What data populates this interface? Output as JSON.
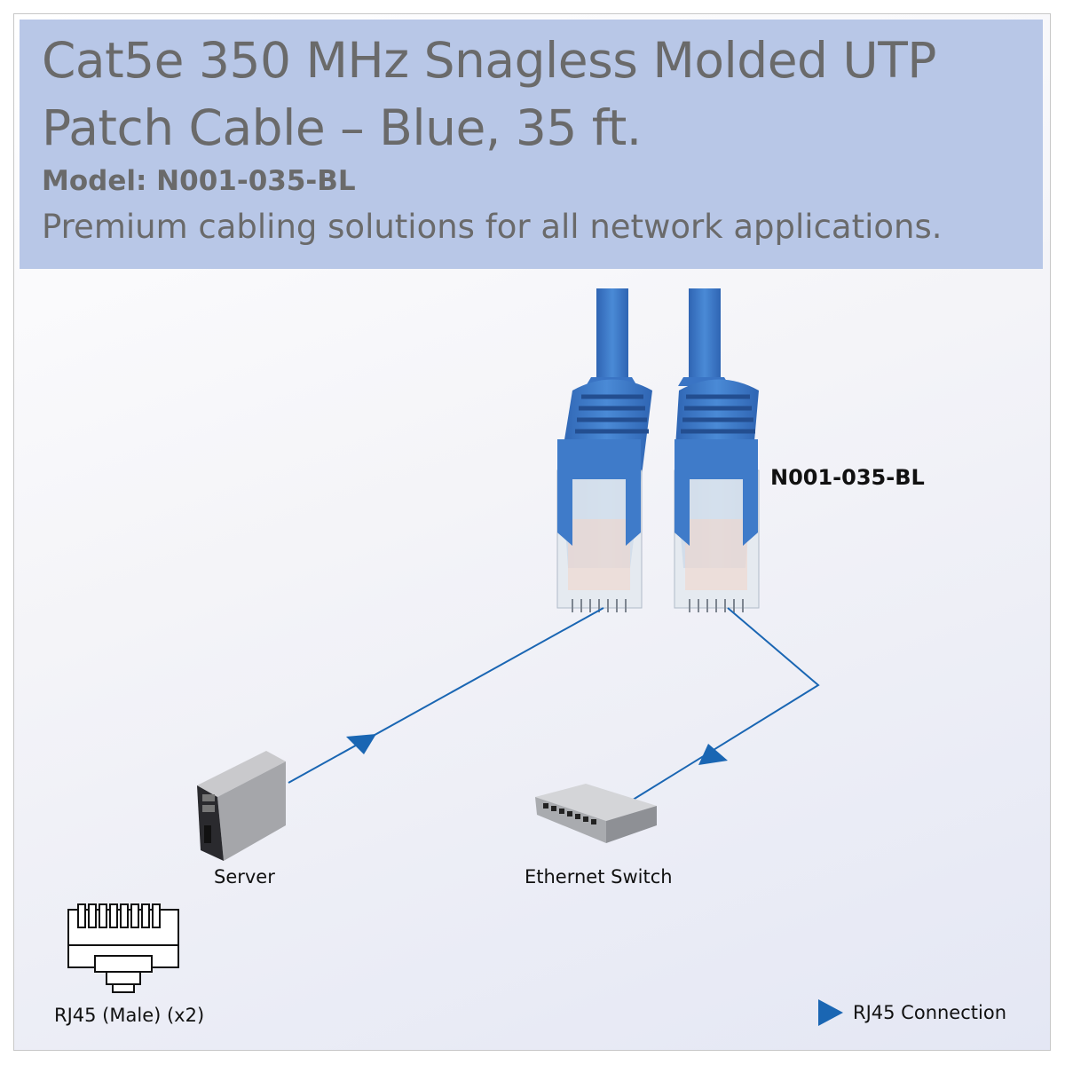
{
  "header": {
    "title_line1": "Cat5e 350 MHz Snagless Molded UTP",
    "title_line2": "Patch Cable – Blue, 35 ft.",
    "model": "Model: N001-035-BL",
    "tagline": "Premium cabling solutions for all network applications."
  },
  "diagram": {
    "part_number": "N001-035-BL",
    "server_label": "Server",
    "switch_label": "Ethernet Switch",
    "connector_label": "RJ45 (Male) (x2)",
    "legend_label": "RJ45 Connection",
    "cable_color": "#3f7bc9",
    "line_color": "#1a66b3"
  }
}
